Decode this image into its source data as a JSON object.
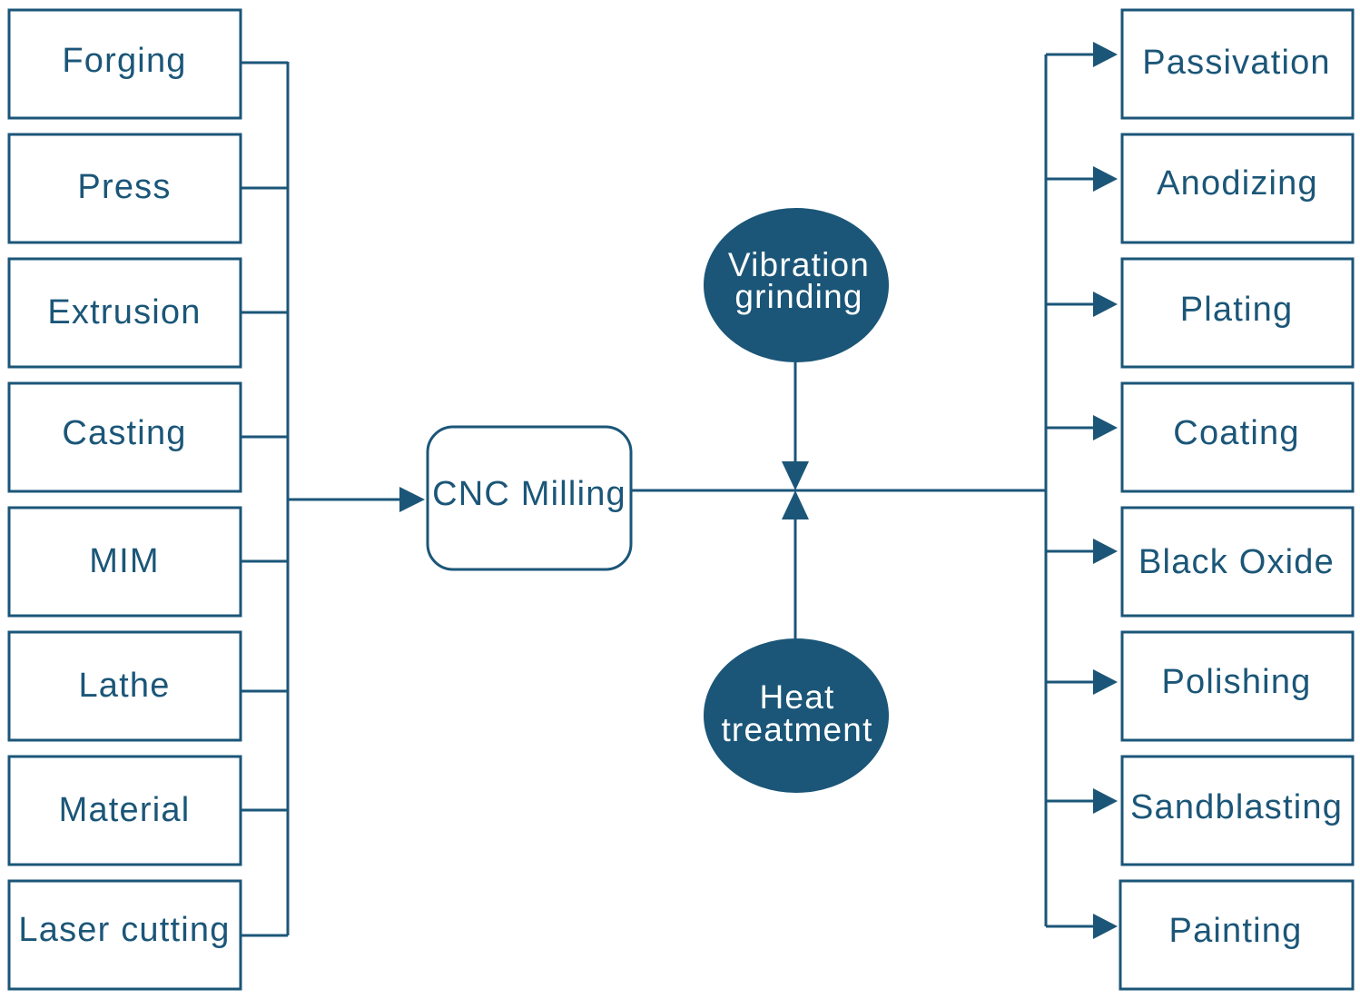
{
  "colors": {
    "primary": "#1b5678",
    "background": "#ffffff"
  },
  "left_processes": [
    "Forging",
    "Press",
    "Extrusion",
    "Casting",
    "MIM",
    "Lathe",
    "Material",
    "Laser cutting"
  ],
  "center_node": {
    "label": "CNC Milling"
  },
  "inputs": {
    "top": [
      "Vibration",
      "grinding"
    ],
    "bottom": [
      "Heat",
      "treatment"
    ]
  },
  "right_processes": [
    "Passivation",
    "Anodizing",
    "Plating",
    "Coating",
    "Black Oxide",
    "Polishing",
    "Sandblasting",
    "Painting"
  ]
}
